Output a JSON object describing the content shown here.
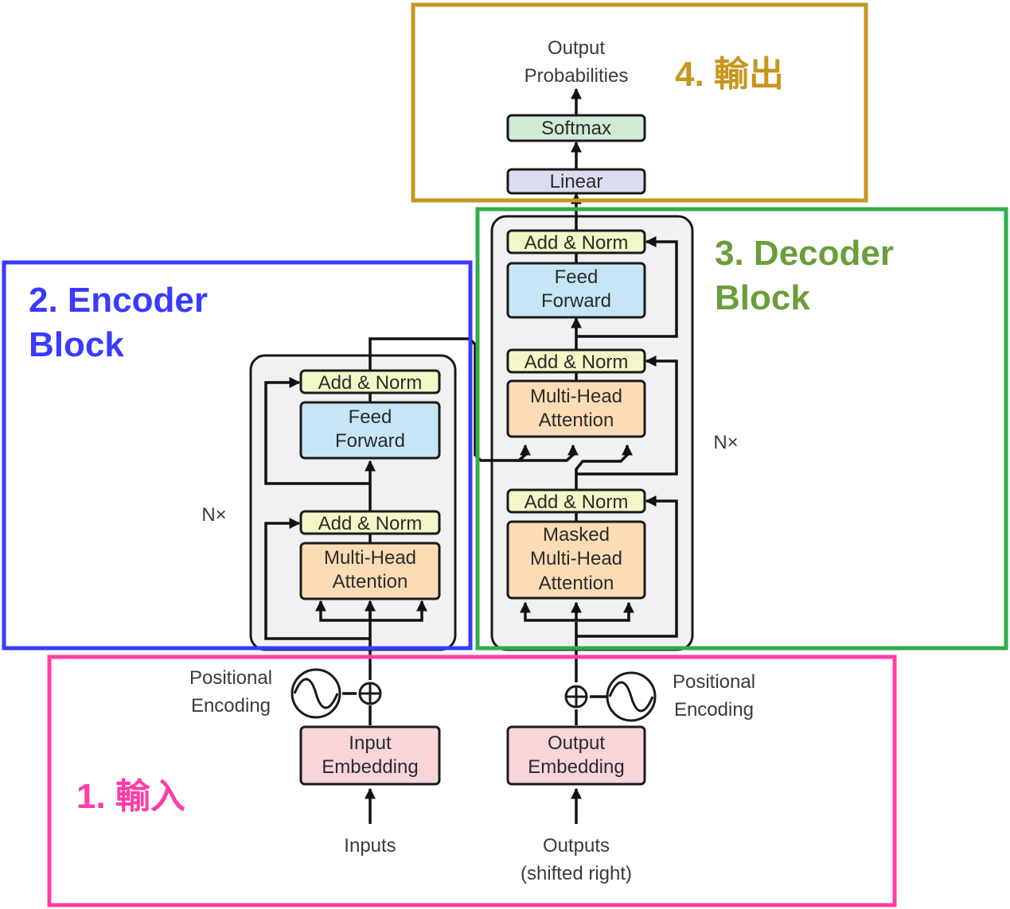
{
  "colors": {
    "input_frame": "#ff3da6",
    "encoder_frame": "#3a3aff",
    "decoder_frame": "#2ead4a",
    "output_frame": "#c8961e",
    "decoder_text": "#6a9e3a",
    "add_norm_fill": "#f3f7c8",
    "feed_forward_fill": "#c6e6f7",
    "attention_fill": "#fcdcb4",
    "embedding_fill": "#f7d5d9",
    "linear_fill": "#dcdcf0",
    "softmax_fill": "#d0ead4",
    "stack_fill": "#f1f1f1"
  },
  "sections": {
    "input": "1. 輸入",
    "encoder_line1": "2. Encoder",
    "encoder_line2": "Block",
    "decoder_line1": "3. Decoder",
    "decoder_line2": "Block",
    "output": "4. 輸出"
  },
  "labels": {
    "inputs": "Inputs",
    "outputs_line1": "Outputs",
    "outputs_line2": "(shifted right)",
    "pos_enc_line1": "Positional",
    "pos_enc_line2": "Encoding",
    "nx": "N×",
    "output_probs_line1": "Output",
    "output_probs_line2": "Probabilities"
  },
  "encoder": {
    "embedding_line1": "Input",
    "embedding_line2": "Embedding",
    "attention_line1": "Multi-Head",
    "attention_line2": "Attention",
    "add_norm": "Add & Norm",
    "ff_line1": "Feed",
    "ff_line2": "Forward"
  },
  "decoder": {
    "embedding_line1": "Output",
    "embedding_line2": "Embedding",
    "masked_line1": "Masked",
    "masked_line2": "Multi-Head",
    "masked_line3": "Attention",
    "attention_line1": "Multi-Head",
    "attention_line2": "Attention",
    "add_norm": "Add & Norm",
    "ff_line1": "Feed",
    "ff_line2": "Forward"
  },
  "head": {
    "linear": "Linear",
    "softmax": "Softmax"
  }
}
